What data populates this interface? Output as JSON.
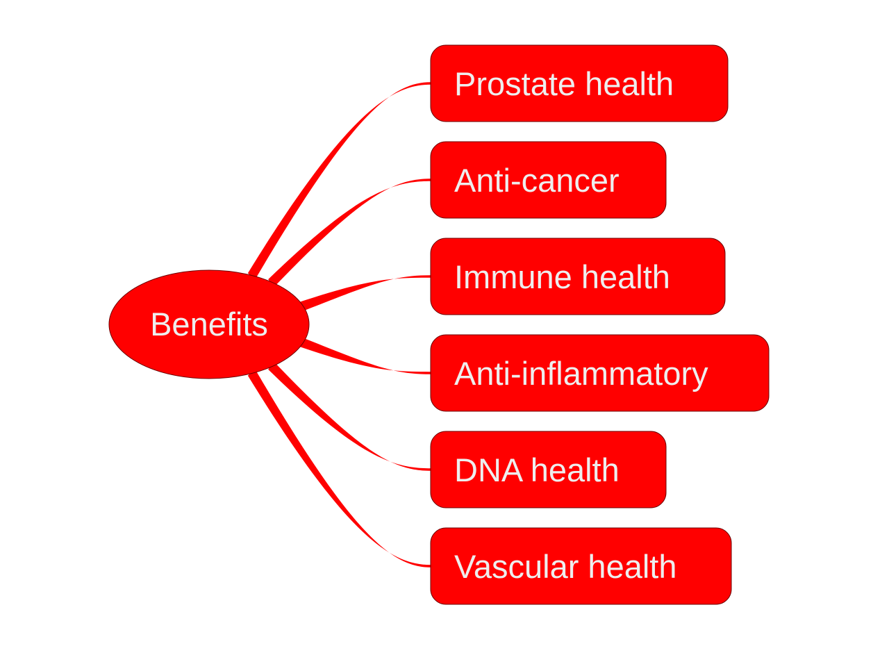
{
  "center": {
    "label": "Benefits"
  },
  "branches": [
    {
      "label": "Prostate health"
    },
    {
      "label": "Anti-cancer"
    },
    {
      "label": "Immune health"
    },
    {
      "label": "Anti-inflammatory"
    },
    {
      "label": "DNA health"
    },
    {
      "label": "Vascular health"
    }
  ],
  "colors": {
    "node_fill": "#ff0000",
    "node_stroke": "#7a0000",
    "text": "#eeeeee",
    "link": "#ff0000"
  }
}
